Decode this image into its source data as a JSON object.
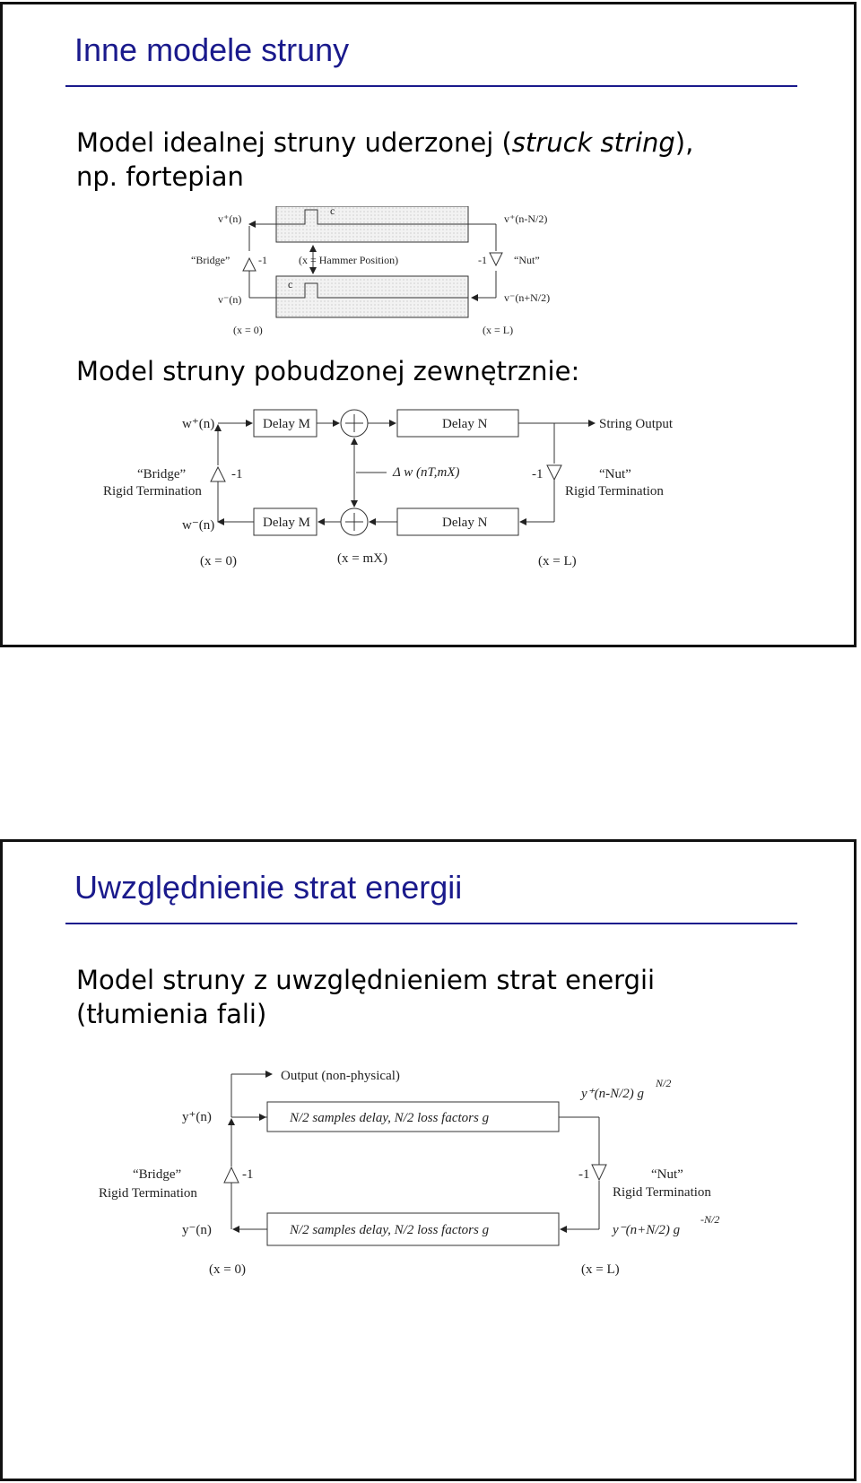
{
  "slide1": {
    "title": "Inne modele struny",
    "intro_prefix": "Model idealnej struny uderzonej (",
    "intro_italic": "struck string",
    "intro_suffix": "),",
    "intro_line2": "np. fortepian",
    "diagram1": {
      "v_plus": "v⁺(n)",
      "v_minus": "v⁻(n)",
      "v_plus_right": "v⁺(n-N/2)",
      "v_minus_right": "v⁻(n+N/2)",
      "bridge": "“Bridge”",
      "nut": "“Nut”",
      "minus_one": "-1",
      "hammer": "(x = Hammer Position)",
      "c": "c",
      "x0": "(x = 0)",
      "xL": "(x = L)"
    },
    "subheading": "Model struny pobudzonej zewnętrznie:",
    "diagram2": {
      "w_plus": "w⁺(n)",
      "w_minus": "w⁻(n)",
      "delay_m": "Delay M",
      "delay_n": "Delay N",
      "string_output": "String Output",
      "bridge": "“Bridge”",
      "rigid": "Rigid Termination",
      "nut": "“Nut”",
      "minus_one": "-1",
      "delta_w": "Δ w (nT,mX)",
      "x0": "(x = 0)",
      "xm": "(x = mX)",
      "xL": "(x = L)"
    }
  },
  "slide2": {
    "title": "Uwzględnienie strat energii",
    "body_line1": "Model struny z uwzględnieniem strat energii",
    "body_line2": "(tłumienia fali)",
    "diagram3": {
      "output": "Output (non-physical)",
      "y_plus": "y⁺(n)",
      "y_minus": "y⁻(n)",
      "delay_box": "N/2 samples delay, N/2 loss factors g",
      "y_plus_right": "y⁺(n-N/2)  g",
      "gain_top": "N/2",
      "y_minus_right": "y⁻(n+N/2)  g",
      "gain_bottom": "-N/2",
      "bridge": "“Bridge”",
      "rigid": "Rigid Termination",
      "nut": "“Nut”",
      "minus_one": "-1",
      "x0": "(x = 0)",
      "xL": "(x = L)"
    }
  }
}
